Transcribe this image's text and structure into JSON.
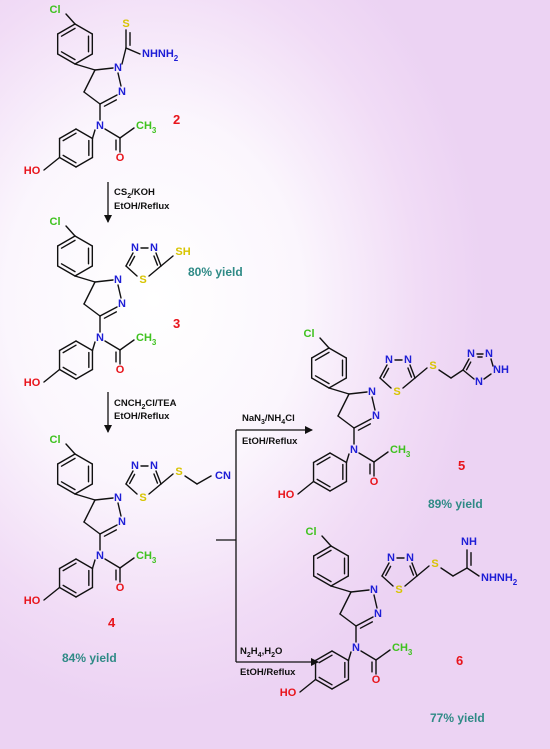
{
  "atoms": {
    "cl": "Cl",
    "n": "N",
    "s": "S",
    "o": "O",
    "ho": "HO",
    "ch3": "CH",
    "ch3_sub": "3",
    "nhnh2": "NHNH",
    "nhnh2_sub": "2",
    "sh": "SH",
    "cn": "CN",
    "nh": "NH",
    "imine": "NH"
  },
  "compounds": [
    {
      "number": "2"
    },
    {
      "number": "3",
      "yield": "80% yield"
    },
    {
      "number": "4",
      "yield": "84% yield"
    },
    {
      "number": "5",
      "yield": "89% yield"
    },
    {
      "number": "6",
      "yield": "77% yield"
    }
  ],
  "conditions": {
    "step1_line1": "CS",
    "step1_line1_sub": "2",
    "step1_line1_rest": "/KOH",
    "step1_line2": "EtOH/Reflux",
    "step2_line1": "CNCH",
    "step2_line1_sub": "2",
    "step2_line1_rest": "Cl/TEA",
    "step2_line2": "EtOH/Reflux",
    "step3_line1": "NaN",
    "step3_line1_sub": "3",
    "step3_line1_rest": "/NH",
    "step3_line1_sub2": "4",
    "step3_line1_rest2": "Cl",
    "step3_line2": "EtOH/Reflux",
    "step4_line1": "N",
    "step4_line1_sub": "2",
    "step4_line1_mid": "H",
    "step4_line1_sub2": "4",
    "step4_line1_rest": ",H",
    "step4_line1_sub3": "2",
    "step4_line1_rest2": "O",
    "step4_line2": "EtOH/Reflux"
  },
  "colors": {
    "chlorine": "#3fc21f",
    "nitrogen": "#1d1dd6",
    "sulfur": "#d7c400",
    "oxygen": "#e8141b",
    "methyl": "#3fc21f",
    "compound_number": "#e8141b",
    "yield": "#2f8a86"
  }
}
